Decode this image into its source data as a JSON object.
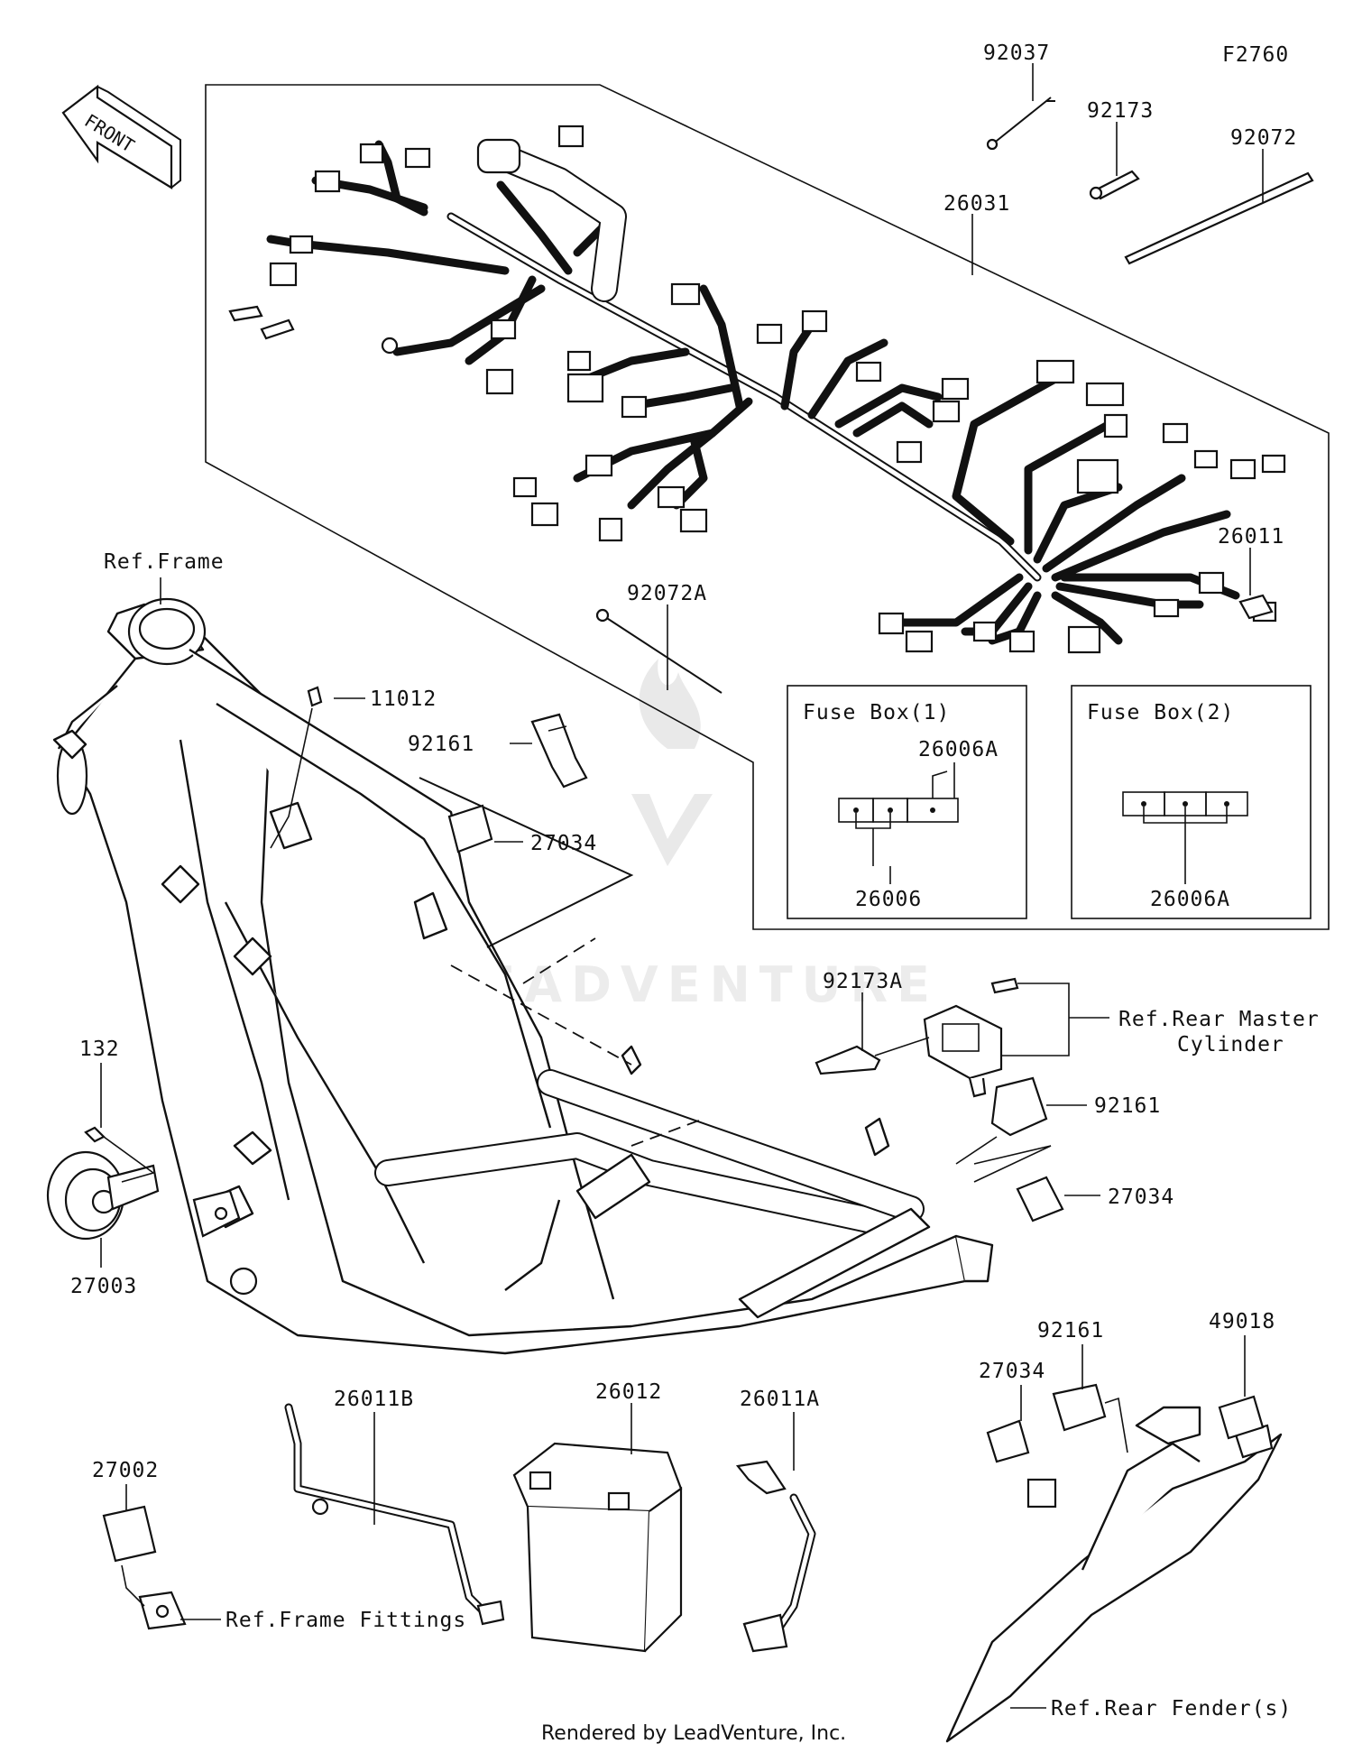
{
  "figure_code": "F2760",
  "front_badge": "FRONT",
  "watermark": "LEADVENTURE",
  "credit": "Rendered by LeadVenture, Inc.",
  "labels": {
    "p92037": "92037",
    "p92173": "92173",
    "p92072": "92072",
    "p26031": "26031",
    "p26011": "26011",
    "p92072A": "92072A",
    "ref_frame": "Ref.Frame",
    "p11012": "11012",
    "p92161_a": "92161",
    "p27034_a": "27034",
    "fuse_box_1": "Fuse Box(1)",
    "fuse_box_2": "Fuse Box(2)",
    "p26006A_a": "26006A",
    "p26006": "26006",
    "p26006A_b": "26006A",
    "p92173A": "92173A",
    "ref_rear_master_1": "Ref.Rear Master",
    "ref_rear_master_2": "Cylinder",
    "p132": "132",
    "p92161_b": "92161",
    "p27034_b": "27034",
    "p27003": "27003",
    "p92161_c": "92161",
    "p49018": "49018",
    "p27034_c": "27034",
    "p26011B": "26011B",
    "p26012": "26012",
    "p26011A": "26011A",
    "p27002": "27002",
    "ref_frame_fittings": "Ref.Frame Fittings",
    "ref_rear_fender": "Ref.Rear Fender(s)"
  }
}
